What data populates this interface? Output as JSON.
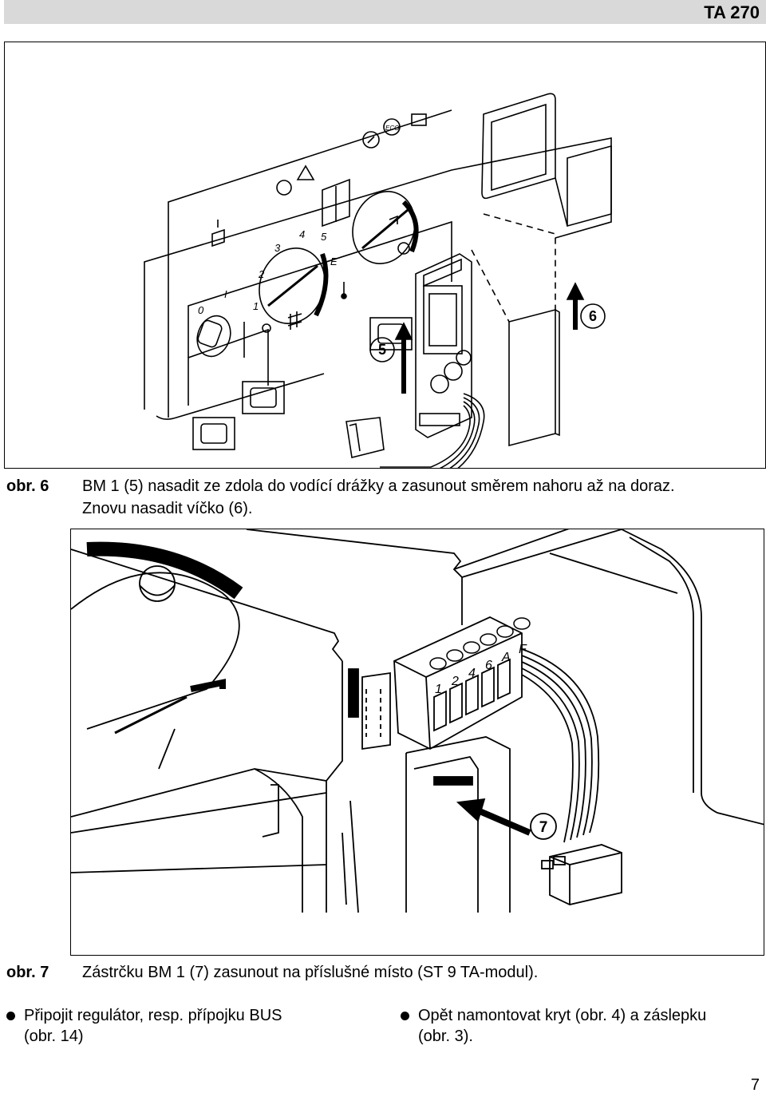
{
  "header": {
    "doc_id": "TA 270"
  },
  "figure6": {
    "callouts": {
      "module": "5",
      "cover": "6"
    },
    "dial_left_scale": [
      "0",
      "1",
      "2",
      "3",
      "4",
      "5",
      "E"
    ],
    "switch_labels": {
      "off": "0",
      "on": "I"
    },
    "icons": [
      "power-switch-icon",
      "burner-icon",
      "warning-icon",
      "wrench-icon",
      "eco-icon",
      "thermometer-icon",
      "tap-icon",
      "radiator-icon",
      "sun-icon"
    ],
    "eco_label": "ECO"
  },
  "caption6": {
    "label": "obr. 6",
    "line1": "BM 1 (5) nasadit ze zdola do vodící drážky a zasunout směrem nahoru až na doraz.",
    "line2": "Znovu nasadit víčko (6)."
  },
  "figure7": {
    "callout": "7",
    "terminals": [
      "1",
      "2",
      "4",
      "6",
      "A",
      "F"
    ]
  },
  "caption7": {
    "label": "obr. 7",
    "text": "Zástrčku BM 1 (7) zasunout na příslušné místo (ST 9 TA-modul)."
  },
  "bullets": [
    {
      "line1": "Připojit regulátor, resp. přípojku BUS",
      "line2": "(obr. 14)"
    },
    {
      "line1": "Opět namontovat kryt (obr. 4) a záslepku",
      "line2": "(obr. 3)."
    }
  ],
  "footer": {
    "page_number": "7"
  }
}
